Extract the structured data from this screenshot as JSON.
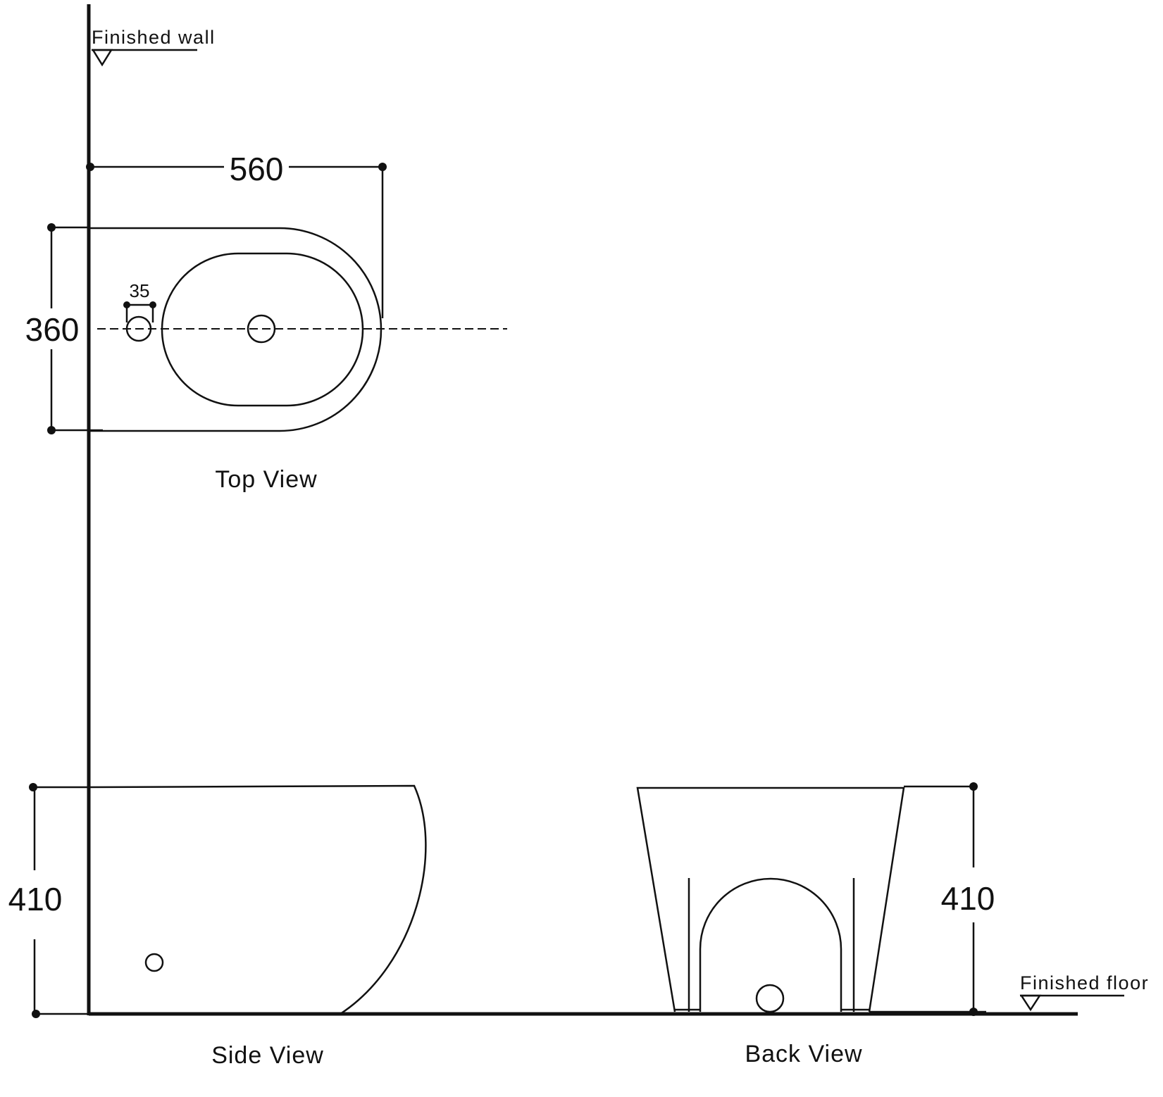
{
  "labels": {
    "finished_wall": "Finished wall",
    "finished_floor": "Finished floor",
    "top_view": "Top View",
    "side_view": "Side View",
    "back_view": "Back View"
  },
  "dimensions": {
    "top_width": "560",
    "top_depth": "360",
    "tap_hole": "35",
    "side_height": "410",
    "back_height": "410"
  }
}
